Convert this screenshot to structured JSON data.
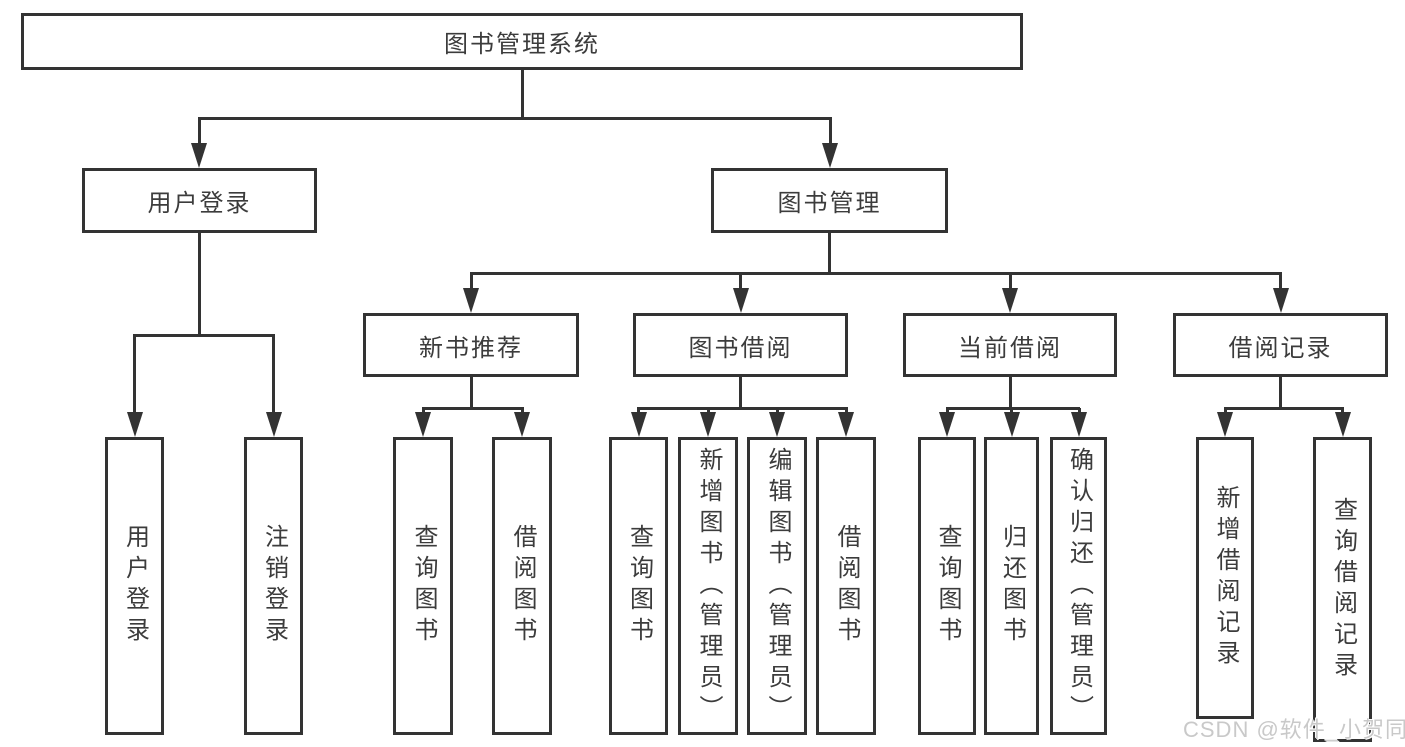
{
  "tree": {
    "label": "图书管理系统",
    "children": [
      {
        "label": "用户登录",
        "children": [
          {
            "label": "用户登录"
          },
          {
            "label": "注销登录"
          }
        ]
      },
      {
        "label": "图书管理",
        "children": [
          {
            "label": "新书推荐",
            "children": [
              {
                "label": "查询图书"
              },
              {
                "label": "借阅图书"
              }
            ]
          },
          {
            "label": "图书借阅",
            "children": [
              {
                "label": "查询图书"
              },
              {
                "label": "新增图书（管理员）"
              },
              {
                "label": "编辑图书（管理员）"
              },
              {
                "label": "借阅图书"
              }
            ]
          },
          {
            "label": "当前借阅",
            "children": [
              {
                "label": "查询图书"
              },
              {
                "label": "归还图书"
              },
              {
                "label": "确认归还（管理员）"
              }
            ]
          },
          {
            "label": "借阅记录",
            "children": [
              {
                "label": "新增借阅记录"
              },
              {
                "label": "查询借阅记录"
              }
            ]
          }
        ]
      }
    ]
  },
  "watermark": {
    "text": "CSDN @软件_小贺同学"
  },
  "colors": {
    "line": "#333333",
    "text": "#3c3c3c",
    "watermark": "#c9c9c9",
    "background": "#ffffff"
  }
}
